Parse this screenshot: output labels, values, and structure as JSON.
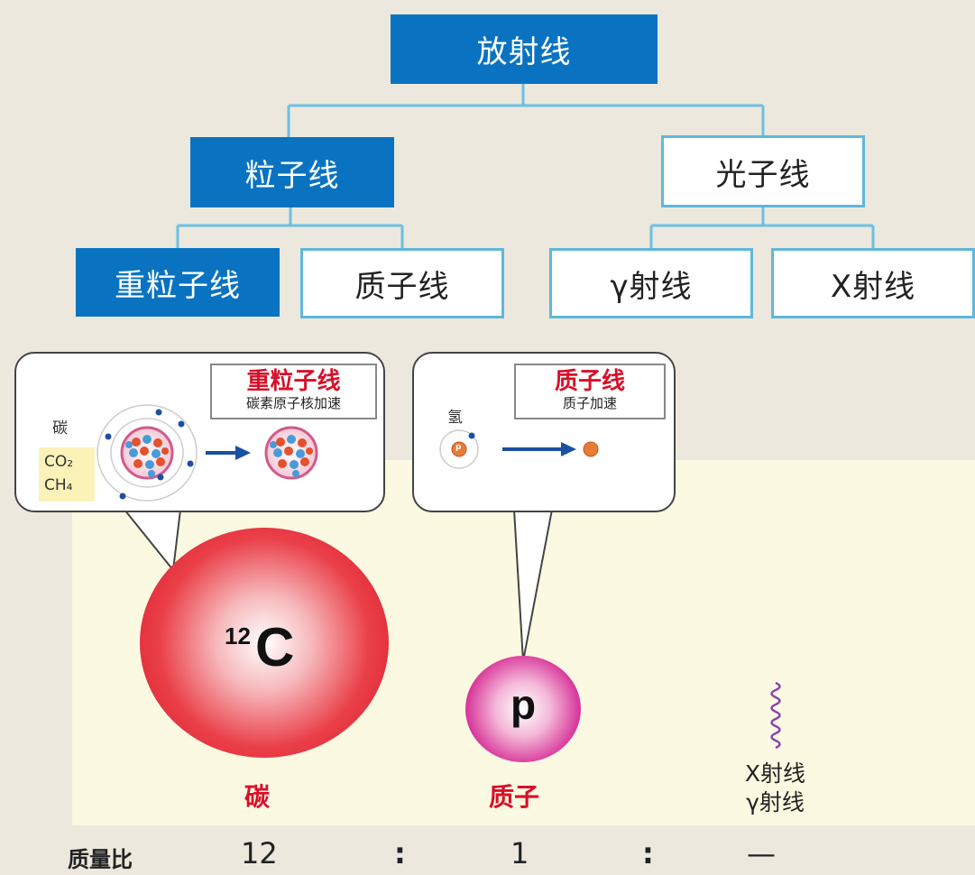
{
  "tree": {
    "root": "放射线",
    "particle": "粒子线",
    "photon": "光子线",
    "heavy_ion": "重粒子线",
    "proton": "质子线",
    "gamma": "γ射线",
    "xray": "X射线"
  },
  "heavy_bubble": {
    "title": "重粒子线",
    "subtitle": "碳素原子核加速",
    "element": "碳",
    "gas1": "CO₂",
    "gas2": "CH₄"
  },
  "proton_bubble": {
    "title": "质子线",
    "subtitle": "质子加速",
    "element": "氢",
    "particle_symbol": "p"
  },
  "carbon": {
    "mass_number": "12",
    "symbol": "C",
    "label": "碳"
  },
  "proton": {
    "symbol": "p",
    "label": "质子"
  },
  "photon": {
    "label1": "X射线",
    "label2": "γ射线"
  },
  "ratio": {
    "title": "质量比",
    "carbon": "12",
    "sep1": ":",
    "proton": "1",
    "sep2": ":",
    "photon": "—"
  },
  "colors": {
    "primary_blue": "#0a73c1",
    "outline_blue": "#5fb7dc",
    "accent_red": "#d8102a",
    "proton_pink": "#c81c86"
  }
}
